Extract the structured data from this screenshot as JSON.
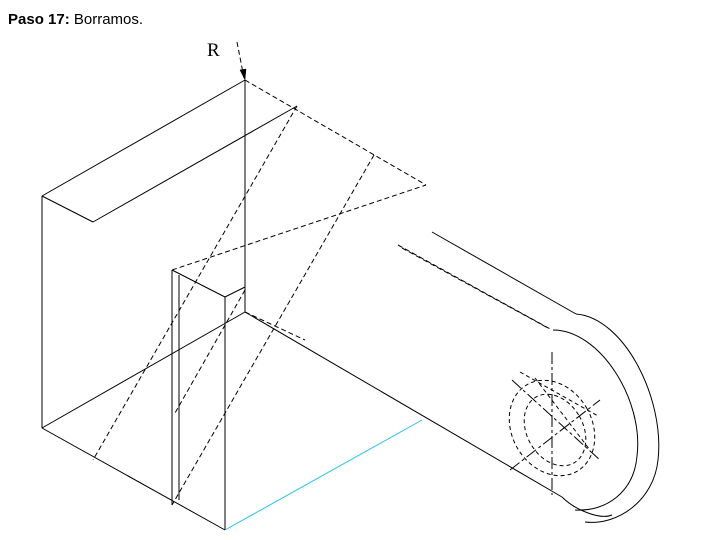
{
  "caption": {
    "step": "Paso 17:",
    "text": " Borramos."
  },
  "diagram": {
    "label_r": "R",
    "highlight_color": "#29c2e6",
    "line_color": "#000000"
  }
}
